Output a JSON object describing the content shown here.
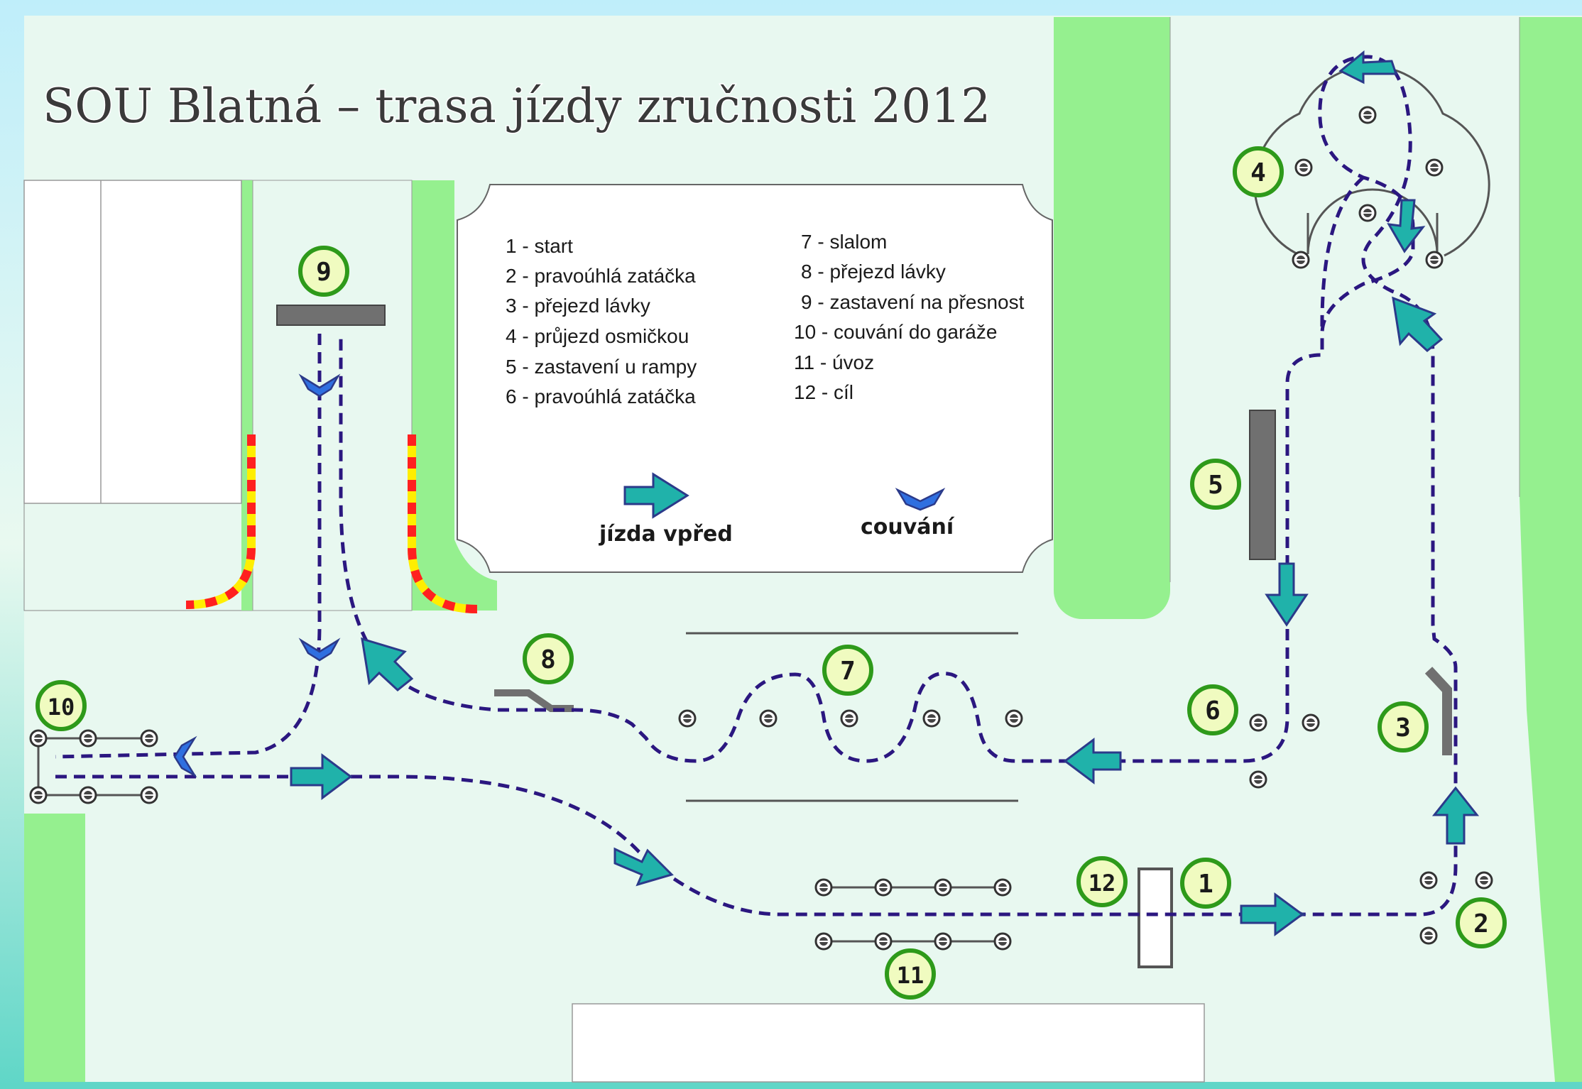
{
  "title": "SOU Blatná – trasa jízdy zručnosti 2012",
  "legend": {
    "items": [
      "1 - start",
      "2 - pravoúhlá zatáčka",
      "3 - přejezd lávky",
      "4 - průjezd osmičkou",
      "5 - zastavení u rampy",
      "6 - pravoúhlá zatáčka",
      "7 - slalom",
      "8 - přejezd lávky",
      "9 - zastavení na přesnost",
      "10 - couvání do garáže",
      "11 - úvoz",
      "12 - cíl"
    ],
    "forward_label": "jízda vpřed",
    "reverse_label": "couvání"
  },
  "stations": [
    "1",
    "2",
    "3",
    "4",
    "5",
    "6",
    "7",
    "8",
    "9",
    "10",
    "11",
    "12"
  ],
  "colors": {
    "background": "#e8f8f0",
    "grass": "#95f08f",
    "route": "#2b1780",
    "arrow_forward": "#20b2aa",
    "arrow_reverse": "#2f6fe0",
    "badge_border": "#2e9a1a",
    "badge_fill": "#f0fbc0",
    "curb_red": "#ff2020",
    "curb_yellow": "#ffee00"
  }
}
